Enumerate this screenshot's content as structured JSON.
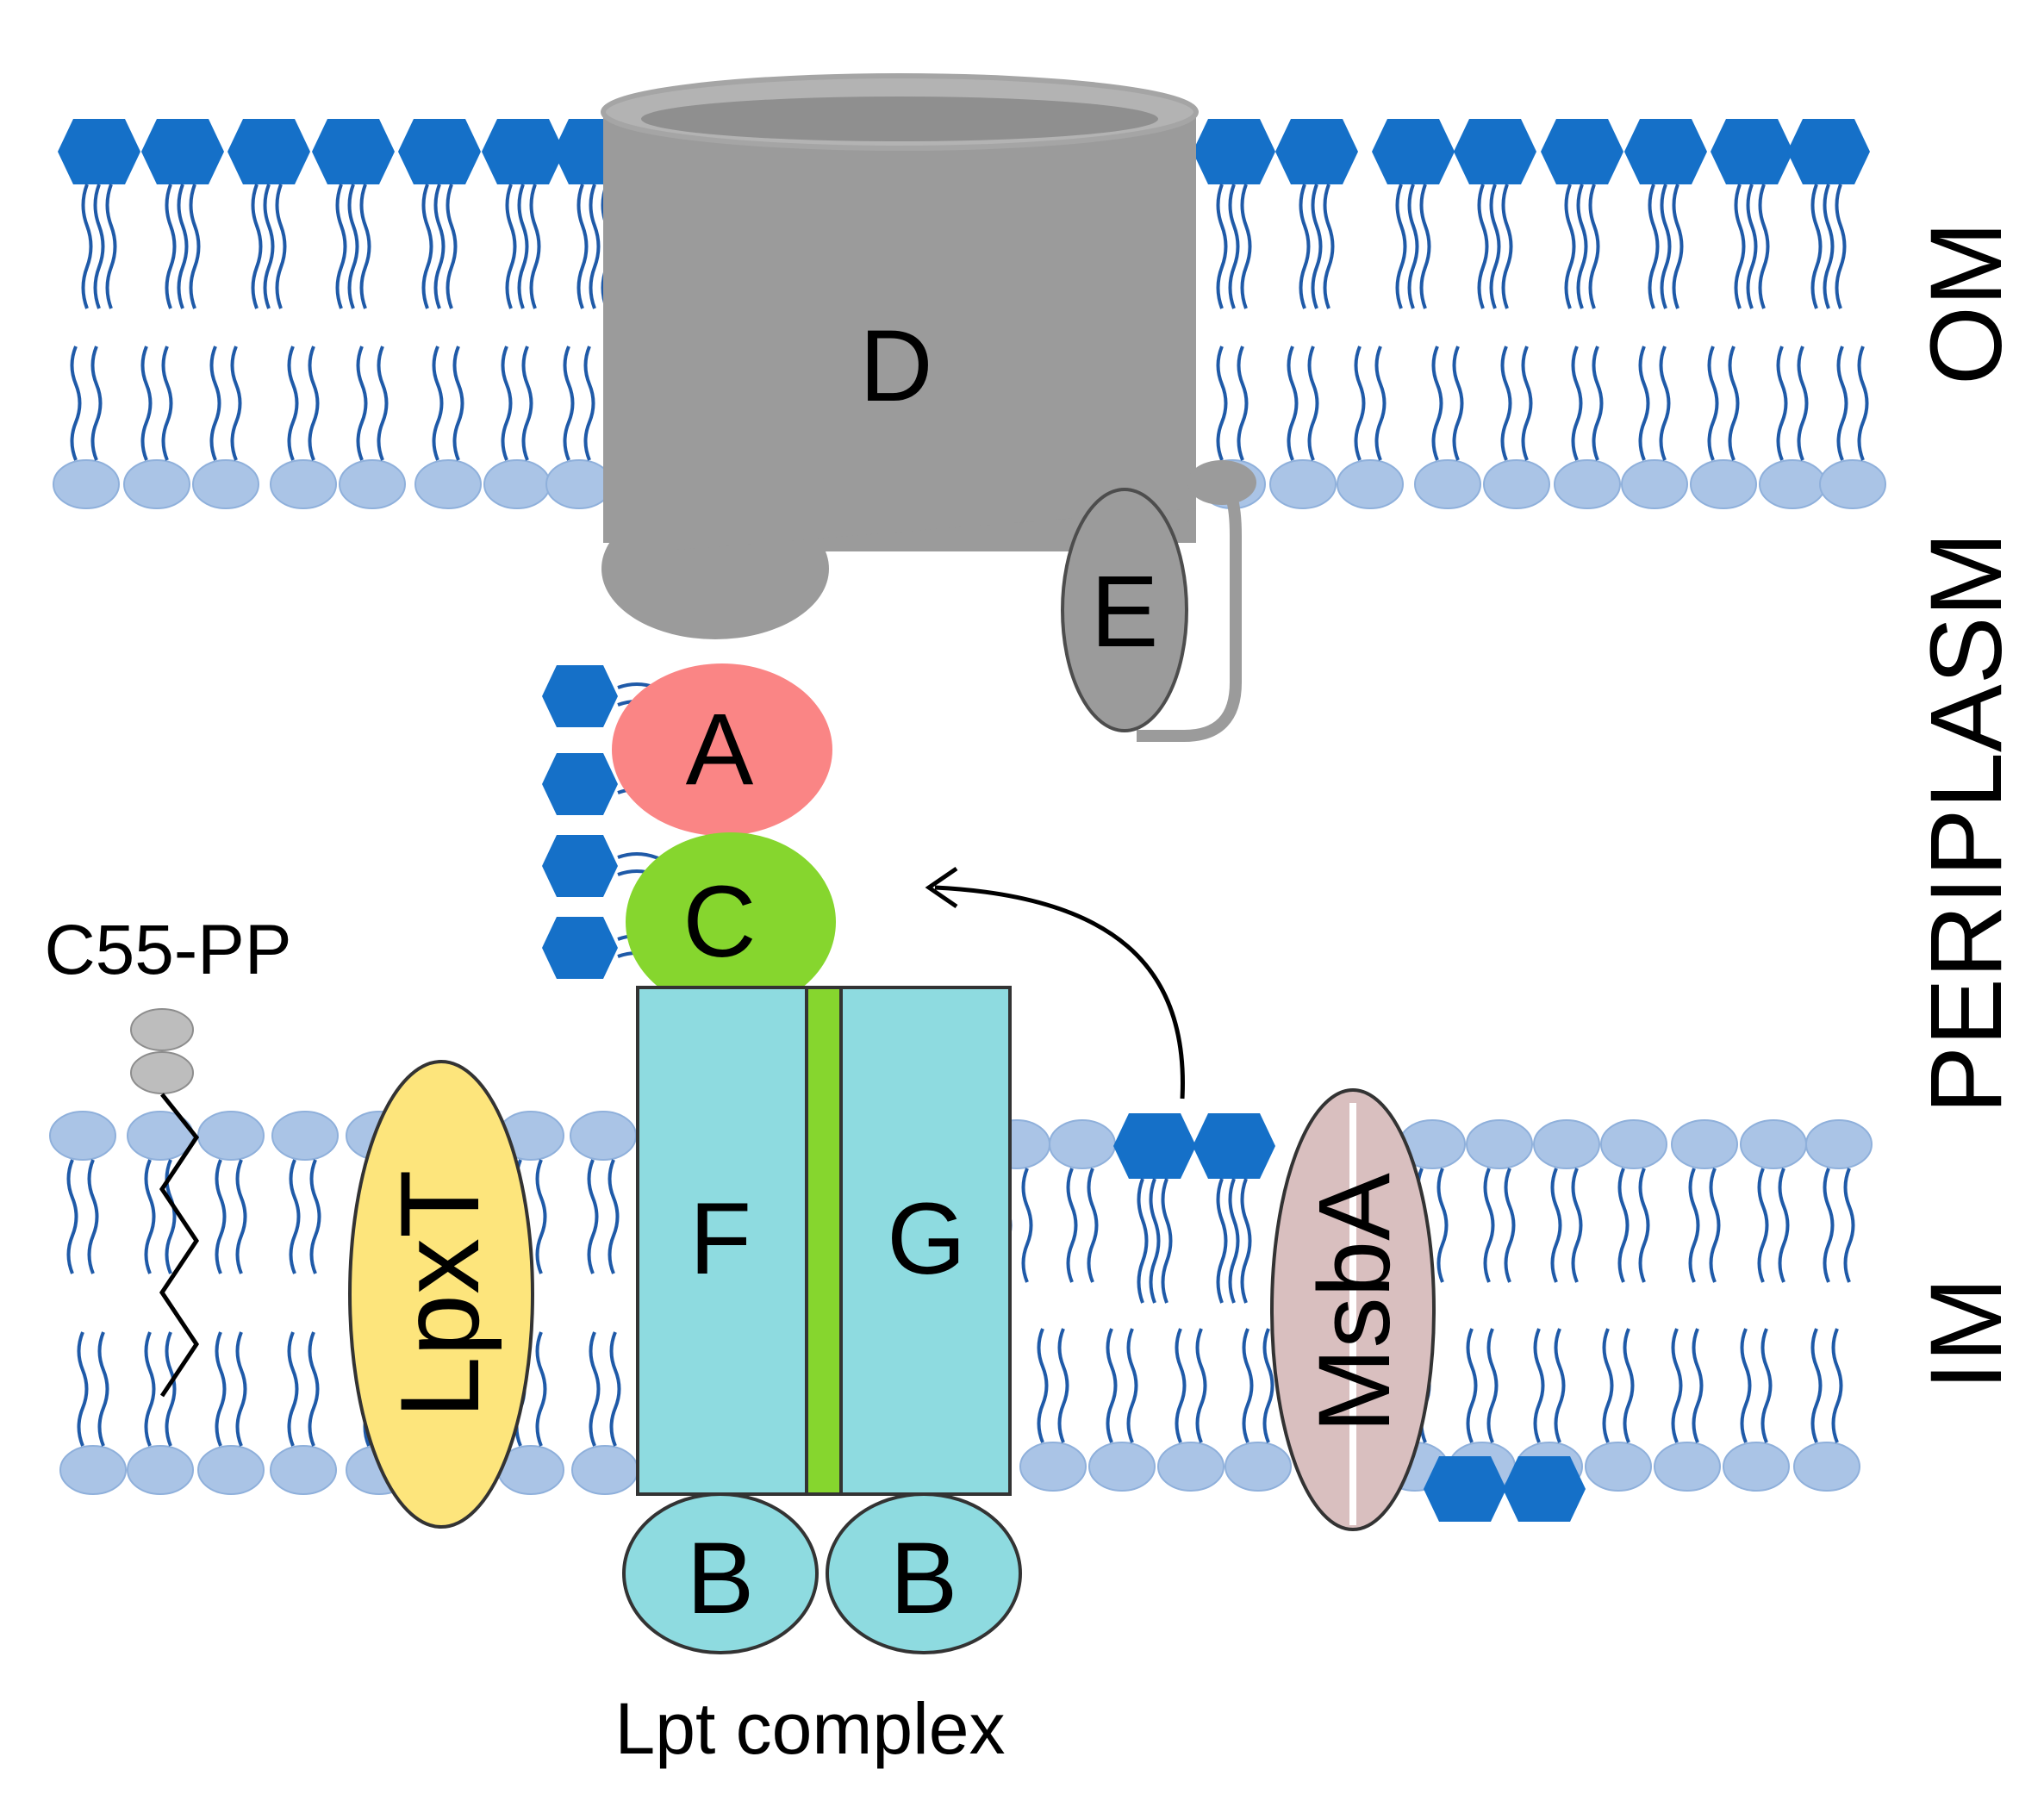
{
  "labels": {
    "outer_membrane": "OM",
    "periplasm": "PERIPLASM",
    "inner_membrane": "IM",
    "c55pp": "C55-PP",
    "lpt_complex": "Lpt complex"
  },
  "proteins": {
    "D": "D",
    "E": "E",
    "A": "A",
    "C": "C",
    "F": "F",
    "G": "G",
    "B_left": "B",
    "B_right": "B",
    "LpxT": "LpxT",
    "MsbA": "MsbA"
  },
  "colors": {
    "lps_head": "#1570c8",
    "phospholipid_head": "#aac4e6",
    "lipid_tail": "#1f5aa8",
    "lptD": "#9b9b9b",
    "lptA": "#fa8585",
    "lptC": "#86d62e",
    "lptFG": "#8edbe0",
    "lptB": "#8edbe0",
    "lpxT": "#fde57c",
    "msbA": "#d9bfbf"
  }
}
